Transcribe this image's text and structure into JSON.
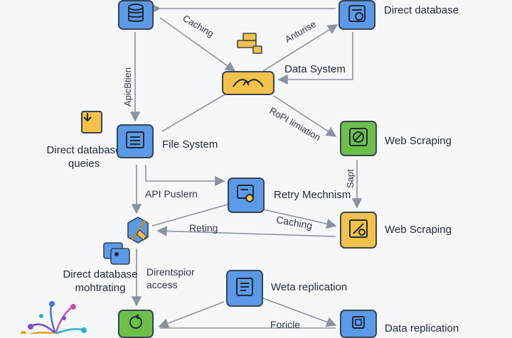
{
  "nodes": {
    "db_top": {
      "color": "blue",
      "icon": "database-icon"
    },
    "direct_db": {
      "color": "blue",
      "icon": "database-icon",
      "label": "Direct database"
    },
    "data_system": {
      "color": "yellow",
      "icon": "cloud-icon",
      "label": "Data System"
    },
    "file_system": {
      "color": "blue",
      "icon": "server-icon",
      "label": "File System"
    },
    "web_scraping_1": {
      "color": "green",
      "icon": "globe-icon",
      "label": "Web Scraping"
    },
    "retry": {
      "color": "blue",
      "icon": "gear-icon",
      "label": "Retry Mechnism"
    },
    "web_scraping_2": {
      "color": "yellow",
      "icon": "tools-icon",
      "label": "Web Scraping"
    },
    "weta": {
      "color": "blue",
      "icon": "document-icon",
      "label": "Weta replication"
    },
    "data_rep": {
      "color": "blue",
      "icon": "chip-icon",
      "label": "Data replication"
    },
    "bottom_green": {
      "color": "green",
      "icon": "refresh-icon"
    }
  },
  "side_labels": {
    "direct_db_queies": "Direct database\nqueies",
    "direct_db_mohtrating": "Direct database\nmohtrating"
  },
  "edge_labels": {
    "caching_top": "Caching",
    "anturise": "Anturise",
    "apicbtien": "ApicBtien",
    "ropi": "RoPI limiation",
    "api_puslern": "API Puslern",
    "sapt": "Sapt",
    "reting": "Reting",
    "caching_mid": "Caching",
    "direntspior": "Direntspior\naccess",
    "foricle": "Foricle"
  }
}
